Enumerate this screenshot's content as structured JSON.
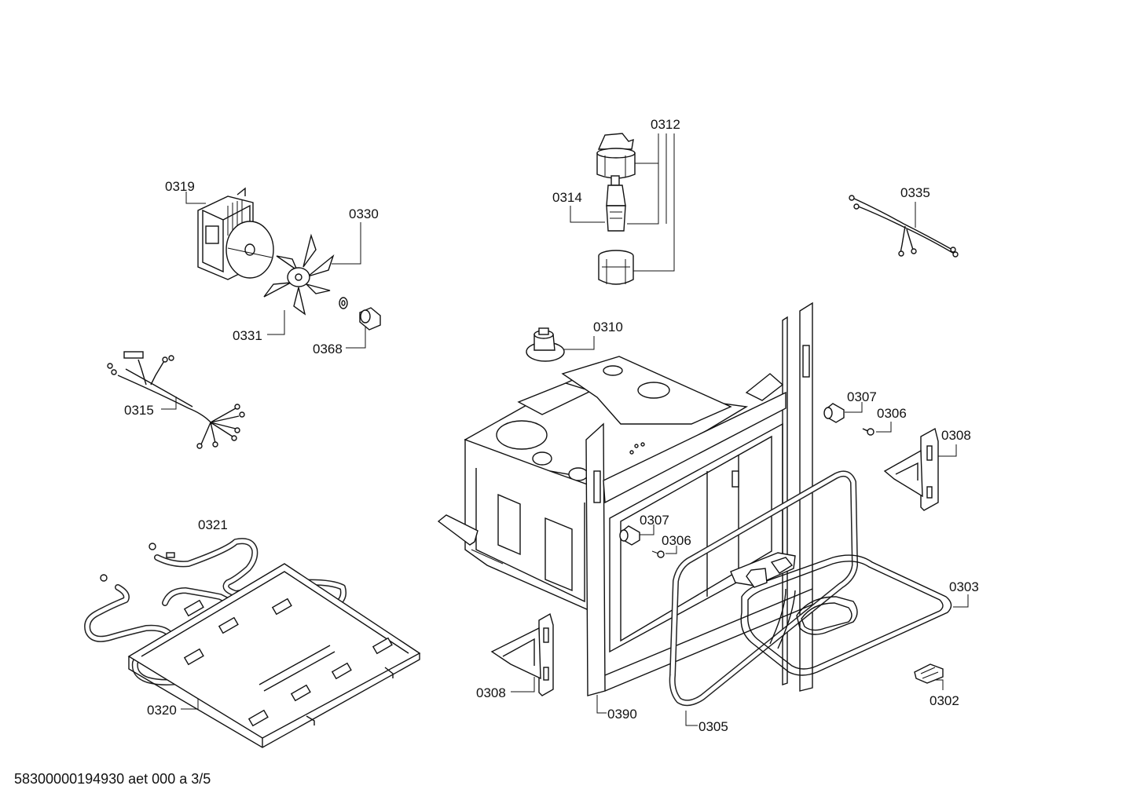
{
  "diagram": {
    "part_labels": {
      "p0312": "0312",
      "p0314": "0314",
      "p0335": "0335",
      "p0319": "0319",
      "p0330": "0330",
      "p0331": "0331",
      "p0368": "0368",
      "p0310": "0310",
      "p0315": "0315",
      "p0307a": "0307",
      "p0306a": "0306",
      "p0308a": "0308",
      "p0321": "0321",
      "p0307b": "0307",
      "p0306b": "0306",
      "p0303": "0303",
      "p0308b": "0308",
      "p0302": "0302",
      "p0320": "0320",
      "p0390": "0390",
      "p0305": "0305"
    },
    "footer": "58300000194930 aet 000 a 3/5"
  }
}
